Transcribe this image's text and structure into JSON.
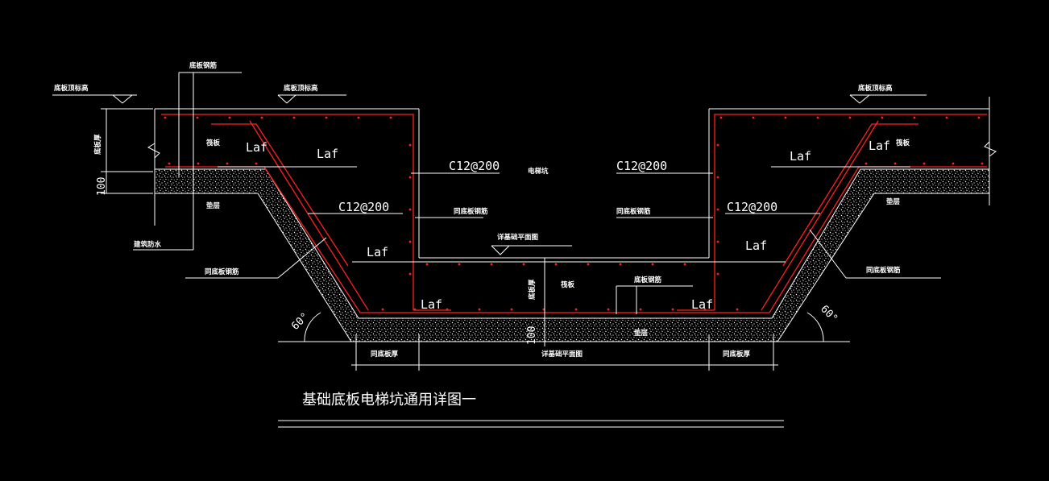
{
  "labels": {
    "floor_level_left": "底板顶标高",
    "floor_level_mid": "底板顶标高",
    "floor_level_right": "底板顶标高",
    "bottom_rebar_top": "底板钢筋",
    "thickness_left": "底板厚",
    "dim_100_left": "100",
    "dim_100_mid": "100",
    "member_left": "筏板",
    "member_right": "筏板",
    "member_mid": "筏板",
    "cushion_left": "垫层",
    "cushion_right": "垫层",
    "cushion_bottom": "垫层",
    "waterproof": "建筑防水",
    "same_rebar_left": "同底板钢筋",
    "same_rebar_right": "同底板钢筋",
    "same_rebar_inner_left": "同底板钢筋",
    "same_rebar_inner_right": "同底板钢筋",
    "c12_left": "C12@200",
    "c12_mid_left": "C12@200",
    "c12_mid_right": "C12@200",
    "c12_right": "C12@200",
    "pit_label": "电梯坑",
    "plan_ref": "详基础平面图",
    "plan_ref_bottom": "详基础平面图",
    "thickness_mid": "底板厚",
    "bottom_rebar_mid": "底板钢筋",
    "laf_1": "Laf",
    "laf_2": "Laf",
    "laf_3": "Laf",
    "laf_4": "Laf",
    "laf_5": "Laf",
    "laf_6": "Laf",
    "laf_7": "Laf",
    "laf_8": "Laf",
    "same_thick_left": "同底板厚",
    "same_thick_right": "同底板厚",
    "angle_left": "60°",
    "angle_right": "60°",
    "title": "基础底板电梯坑通用详图一"
  },
  "colors": {
    "background": "#000000",
    "line": "#ffffff",
    "rebar": "#ff2020"
  }
}
